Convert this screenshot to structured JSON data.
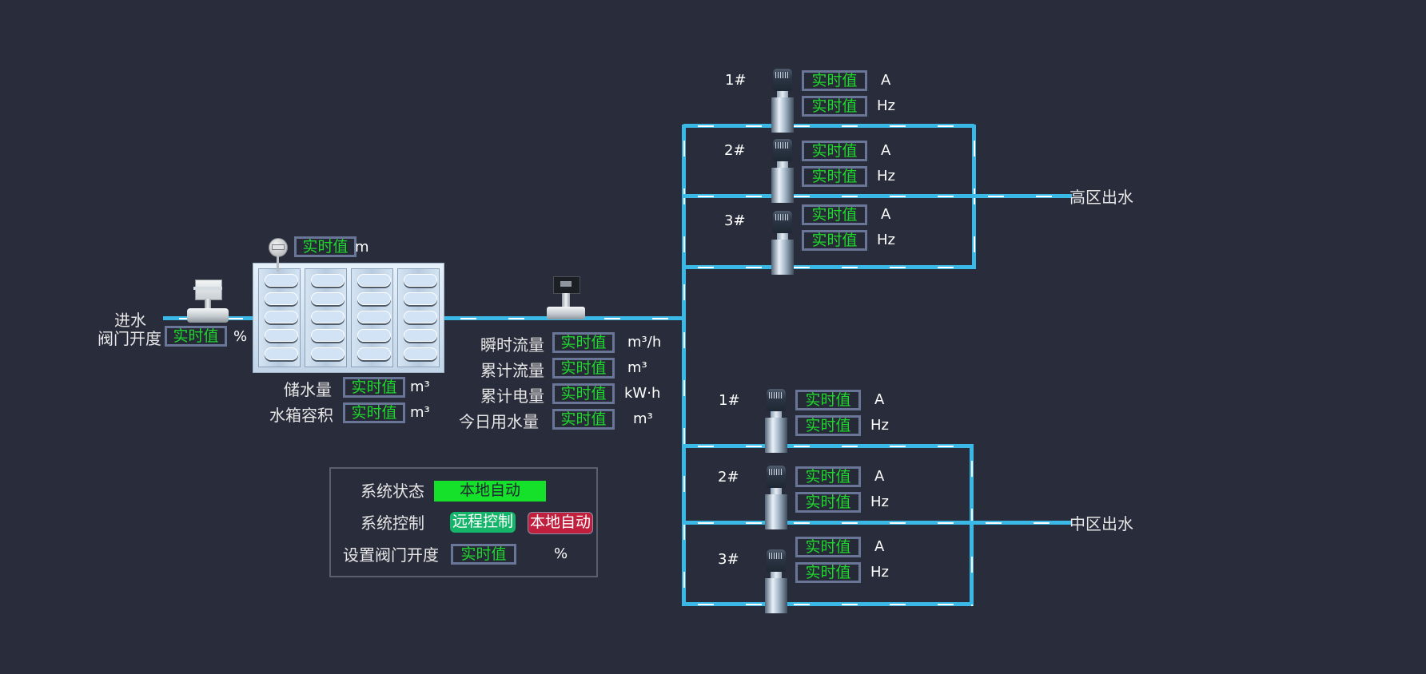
{
  "inlet": {
    "label_line1": "进水",
    "label_line2": "阀门开度",
    "valve_opening": {
      "value": "实时值",
      "unit": "%"
    }
  },
  "tank": {
    "level": {
      "value": "实时值",
      "unit": "m"
    },
    "storage": {
      "label": "储水量",
      "value": "实时值",
      "unit": "m³"
    },
    "capacity": {
      "label": "水箱容积",
      "value": "实时值",
      "unit": "m³"
    }
  },
  "flowmeter": {
    "rows": [
      {
        "label": "瞬时流量",
        "value": "实时值",
        "unit": "m³/h"
      },
      {
        "label": "累计流量",
        "value": "实时值",
        "unit": "m³"
      },
      {
        "label": "累计电量",
        "value": "实时值",
        "unit": "kW·h"
      },
      {
        "label": "今日用水量",
        "value": "实时值",
        "unit": "m³"
      }
    ]
  },
  "control_panel": {
    "system_status_label": "系统状态",
    "system_status_value": "本地自动",
    "system_status_color": "#16e12a",
    "system_control_label": "系统控制",
    "remote_control_button": "远程控制",
    "local_auto_button": "本地自动",
    "valve_setting_label": "设置阀门开度",
    "valve_setting_value": "实时值",
    "valve_setting_unit": "%"
  },
  "high_zone": {
    "outlet_label": "高区出水",
    "pumps": [
      {
        "name": "1#",
        "current": "实时值",
        "current_unit": "A",
        "freq": "实时值",
        "freq_unit": "Hz"
      },
      {
        "name": "2#",
        "current": "实时值",
        "current_unit": "A",
        "freq": "实时值",
        "freq_unit": "Hz"
      },
      {
        "name": "3#",
        "current": "实时值",
        "current_unit": "A",
        "freq": "实时值",
        "freq_unit": "Hz"
      }
    ]
  },
  "mid_zone": {
    "outlet_label": "中区出水",
    "pumps": [
      {
        "name": "1#",
        "current": "实时值",
        "current_unit": "A",
        "freq": "实时值",
        "freq_unit": "Hz"
      },
      {
        "name": "2#",
        "current": "实时值",
        "current_unit": "A",
        "freq": "实时值",
        "freq_unit": "Hz"
      },
      {
        "name": "3#",
        "current": "实时值",
        "current_unit": "A",
        "freq": "实时值",
        "freq_unit": "Hz"
      }
    ]
  },
  "colors": {
    "background": "#292d3b",
    "pipe": "#3bb9e6",
    "value_text": "#1fd72c",
    "value_border": "#6a7698",
    "remote_button": "#14b56a",
    "local_button": "#c01f3e"
  }
}
